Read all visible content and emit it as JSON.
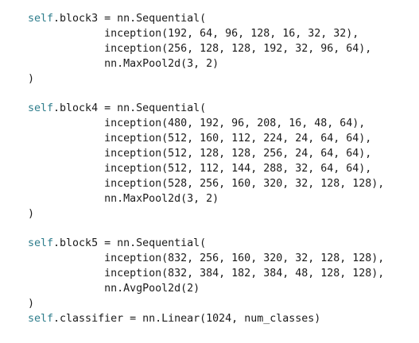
{
  "editor": {
    "colors": {
      "background": "#ffffff",
      "text": "#1a1a1a",
      "self_keyword": "#2e7d8c"
    },
    "lines": [
      {
        "self": "self",
        "rest": ".block3 = nn.Sequential("
      },
      {
        "self": "",
        "rest": "            inception(192, 64, 96, 128, 16, 32, 32),"
      },
      {
        "self": "",
        "rest": "            inception(256, 128, 128, 192, 32, 96, 64),"
      },
      {
        "self": "",
        "rest": "            nn.MaxPool2d(3, 2)"
      },
      {
        "self": "",
        "rest": ")"
      },
      {
        "self": "",
        "rest": ""
      },
      {
        "self": "self",
        "rest": ".block4 = nn.Sequential("
      },
      {
        "self": "",
        "rest": "            inception(480, 192, 96, 208, 16, 48, 64),"
      },
      {
        "self": "",
        "rest": "            inception(512, 160, 112, 224, 24, 64, 64),"
      },
      {
        "self": "",
        "rest": "            inception(512, 128, 128, 256, 24, 64, 64),"
      },
      {
        "self": "",
        "rest": "            inception(512, 112, 144, 288, 32, 64, 64),"
      },
      {
        "self": "",
        "rest": "            inception(528, 256, 160, 320, 32, 128, 128),"
      },
      {
        "self": "",
        "rest": "            nn.MaxPool2d(3, 2)"
      },
      {
        "self": "",
        "rest": ")"
      },
      {
        "self": "",
        "rest": ""
      },
      {
        "self": "self",
        "rest": ".block5 = nn.Sequential("
      },
      {
        "self": "",
        "rest": "            inception(832, 256, 160, 320, 32, 128, 128),"
      },
      {
        "self": "",
        "rest": "            inception(832, 384, 182, 384, 48, 128, 128),"
      },
      {
        "self": "",
        "rest": "            nn.AvgPool2d(2)"
      },
      {
        "self": "",
        "rest": ")"
      },
      {
        "self": "self",
        "rest": ".classifier = nn.Linear(1024, num_classes)"
      }
    ]
  }
}
